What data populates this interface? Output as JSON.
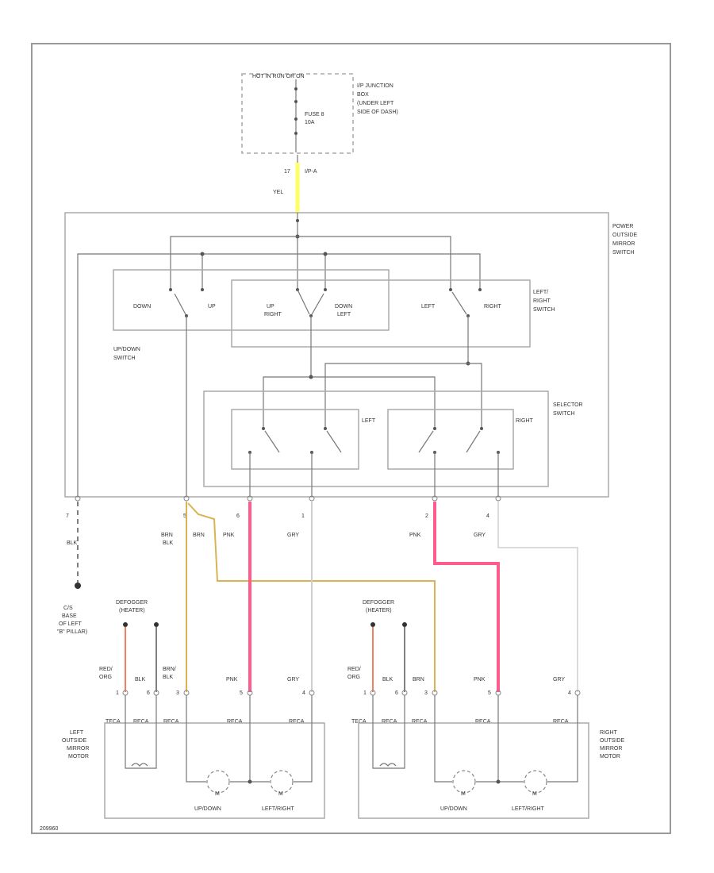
{
  "colors": {
    "yellow_wire": "#ffff66",
    "pink_wire": "#ff5b8c",
    "tan_wire": "#d9b453",
    "red_org_wire": "#f08060",
    "gray_wire": "#cfcfcf",
    "box_stroke": "#aaaaaa"
  },
  "fuse_box": {
    "top_label": "HOT IN RUN OR ON",
    "junction_label": [
      "I/P JUNCTION",
      "BOX",
      "(UNDER LEFT",
      "SIDE OF DASH)"
    ],
    "fuse_label": [
      "FUSE 8",
      "10A"
    ],
    "pin_left": "17",
    "pin_right": "I/P-A",
    "wire_color": "YEL"
  },
  "mirror_switch": {
    "label": [
      "POWER",
      "OUTSIDE",
      "MIRROR",
      "SWITCH"
    ],
    "up_down_switch": {
      "label": [
        "UP/DOWN",
        "SWITCH"
      ],
      "down": "DOWN",
      "up": "UP"
    },
    "right_left_section": {
      "up_right": [
        "UP",
        "RIGHT"
      ],
      "down_left": [
        "DOWN",
        "LEFT"
      ]
    },
    "left_right_switch": {
      "label": [
        "LEFT/",
        "RIGHT",
        "SWITCH"
      ],
      "left": "LEFT",
      "right": "RIGHT"
    },
    "selector_switch": {
      "label": [
        "SELECTOR",
        "SWITCH"
      ],
      "left": "LEFT",
      "right": "RIGHT"
    },
    "pins": [
      "7",
      "5",
      "6",
      "1",
      "2",
      "4"
    ]
  },
  "wires": {
    "ground": "BLK",
    "brn_blk": [
      "BRN",
      "BLK"
    ],
    "brn": "BRN",
    "pnk_1": "PNK",
    "gry_1": "GRY",
    "pnk_2": "PNK",
    "gry_2": "GRY"
  },
  "ground_label": [
    "C/S",
    "BASE",
    "OF LEFT",
    "\"B\" PILLAR)"
  ],
  "left_motor": {
    "defogger": [
      "DEFOGGER",
      "(HEATER)"
    ],
    "wire_labels": {
      "red_org": [
        "RED/",
        "ORG"
      ],
      "blk": "BLK",
      "brn_blk": [
        "BRN/",
        "BLK"
      ],
      "pnk": "PNK",
      "gry": "GRY"
    },
    "connector_pins": [
      "1",
      "6",
      "3",
      "5",
      "4"
    ],
    "connector_codes": [
      "TECA",
      "RECA",
      "RECA",
      "RECA",
      "RECA"
    ],
    "label": [
      "LEFT",
      "OUTSIDE",
      "MIRROR",
      "MOTOR"
    ],
    "motor_labels": [
      "M",
      "M"
    ],
    "motor_names": [
      "UP/DOWN",
      "LEFT/RIGHT"
    ]
  },
  "right_motor": {
    "defogger": [
      "DEFOGGER",
      "(HEATER)"
    ],
    "wire_labels": {
      "red_org": [
        "RED/",
        "ORG"
      ],
      "blk": "BLK",
      "brn": "BRN",
      "pnk": "PNK",
      "gry": "GRY"
    },
    "connector_pins": [
      "1",
      "6",
      "3",
      "5",
      "4"
    ],
    "connector_codes": [
      "TECA",
      "RECA",
      "RECA",
      "RECA",
      "RECA"
    ],
    "label": [
      "RIGHT",
      "OUTSIDE",
      "MIRROR",
      "MOTOR"
    ],
    "motor_labels": [
      "M",
      "M"
    ],
    "motor_names": [
      "UP/DOWN",
      "LEFT/RIGHT"
    ]
  },
  "corner_code": "209960"
}
